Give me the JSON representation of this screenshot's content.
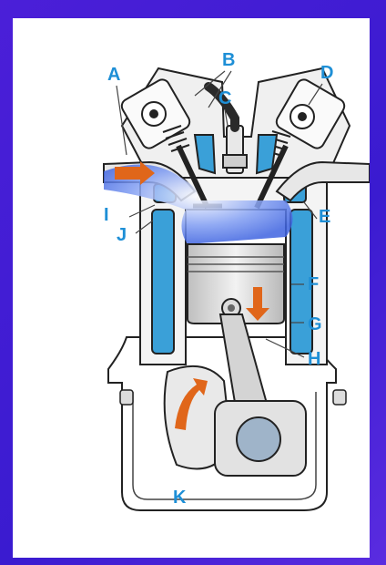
{
  "labels": {
    "A": "A",
    "B": "B",
    "C": "C",
    "D": "D",
    "E": "E",
    "F": "F",
    "G": "G",
    "H": "H",
    "I": "I",
    "J": "J",
    "K": "K"
  },
  "colors": {
    "background": "#4b1fd8",
    "label": "#1e8fd6",
    "coolant": "#3aa0d8",
    "arrow": "#e0661a",
    "mixture": "#5b7ff0",
    "metal": "#d9d9d9"
  }
}
